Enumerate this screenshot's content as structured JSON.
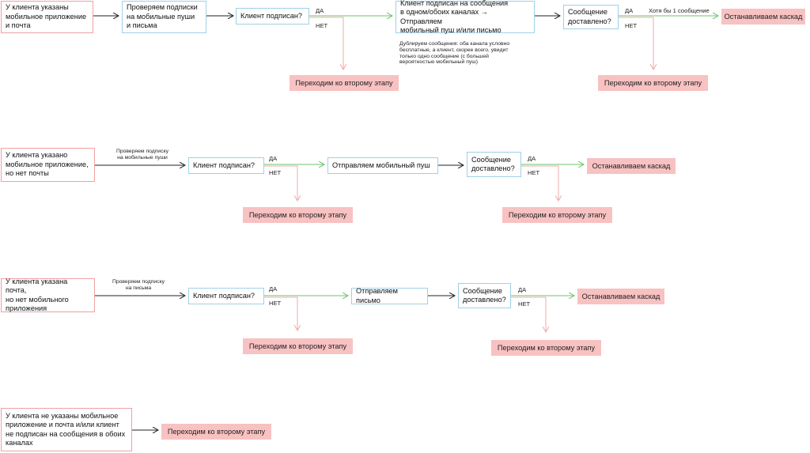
{
  "flow1": {
    "start": "У клиента указаны\nмобильное приложение\nи почта",
    "check": "Проверяем подписки\nна мобильные пуши\nи письма",
    "subscribed": "Клиент подписан?",
    "yes": "ДА",
    "no": "НЕТ",
    "send": "Клиент подписан на сообщения\nв одном/обоих каналах → Отправляем\nмобильный пуш и/или письмо",
    "note": "Дублируем сообщения: оба канала условно\nбесплатные, а клиент, скорее всего, увидит\nтолько одно сообщение (с большей\nвероятностью мобильный пуш)",
    "delivered": "Сообщение\nдоставлено?",
    "yes2": "ДА",
    "no2": "НЕТ",
    "at_least_one": "Хотя бы 1 сообщение",
    "stop": "Останавливаем каскад",
    "next_stage_a": "Переходим ко второму этапу",
    "next_stage_b": "Переходим ко второму этапу"
  },
  "flow2": {
    "start": "У клиента указано\nмобильное приложение,\nно нет почты",
    "check_label": "Проверяем подписку\nна мобильные пуши",
    "subscribed": "Клиент подписан?",
    "yes": "ДА",
    "no": "НЕТ",
    "send": "Отправляем мобильный пуш",
    "delivered": "Сообщение\nдоставлено?",
    "yes2": "ДА",
    "no2": "НЕТ",
    "stop": "Останавливаем каскад",
    "next_stage_a": "Переходим ко второму этапу",
    "next_stage_b": "Переходим ко второму этапу"
  },
  "flow3": {
    "start": "У клиента указана почта,\nно нет мобильного\nприложения",
    "check_label": "Проверяем подписку\nна письма",
    "subscribed": "Клиент подписан?",
    "yes": "ДА",
    "no": "НЕТ",
    "send": "Отправляем письмо",
    "delivered": "Сообщение\nдоставлено?",
    "yes2": "ДА",
    "no2": "НЕТ",
    "stop": "Останавливаем каскад",
    "next_stage_a": "Переходим ко второму этапу",
    "next_stage_b": "Переходим ко второму этапу"
  },
  "flow4": {
    "start": "У клиента не указаны мобильное\nприложение и почта и/или клиент\nне подписан на сообщения в обоих\nканалах",
    "next_stage": "Переходим ко второму этапу"
  },
  "colors": {
    "start_border": "#f0a1a1",
    "step_border": "#9fd1e6",
    "result_fill": "#f8c2c2",
    "yes_arrow": "#6cc36c",
    "no_arrow": "#f2a8a8",
    "neutral_arrow": "#222222"
  }
}
